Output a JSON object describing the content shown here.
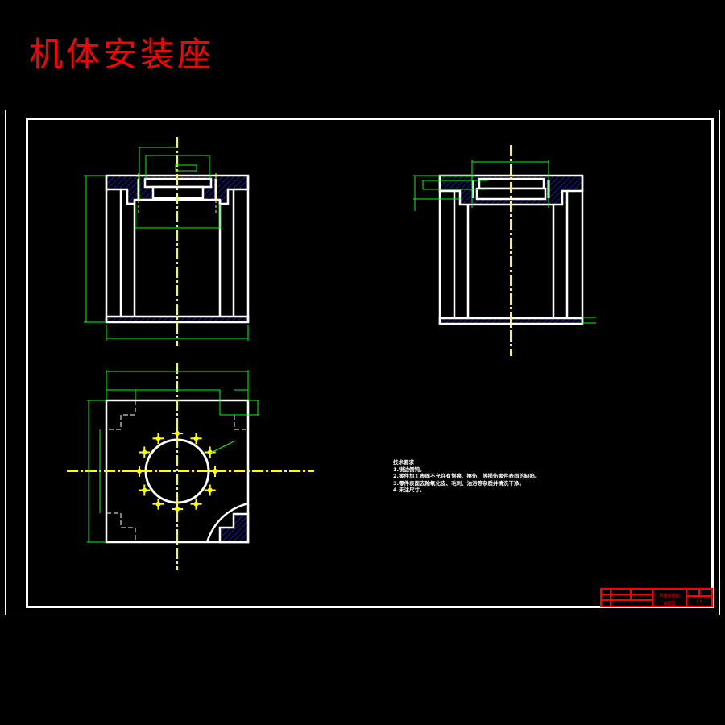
{
  "title": "机体安装座",
  "technical_notes": {
    "heading": "技术要求",
    "items": [
      "1.锐边倒钝。",
      "2.零件加工表面不允许有划痕、擦伤、等损伤零件表面的缺陷。",
      "3.零件表面去除氧化皮、毛刺、油污等杂质并清洗干净。",
      "4.未注尺寸。"
    ]
  },
  "title_block": {
    "name": "机体安装座",
    "drawing_no": "装配图",
    "scale": "1:5"
  },
  "colors": {
    "title": "#ff0000",
    "outline": "#ffffff",
    "centerline": "#ffff00",
    "dimension": "#00ff00",
    "hatch": "#0000ff",
    "title_block": "#ff0000"
  }
}
